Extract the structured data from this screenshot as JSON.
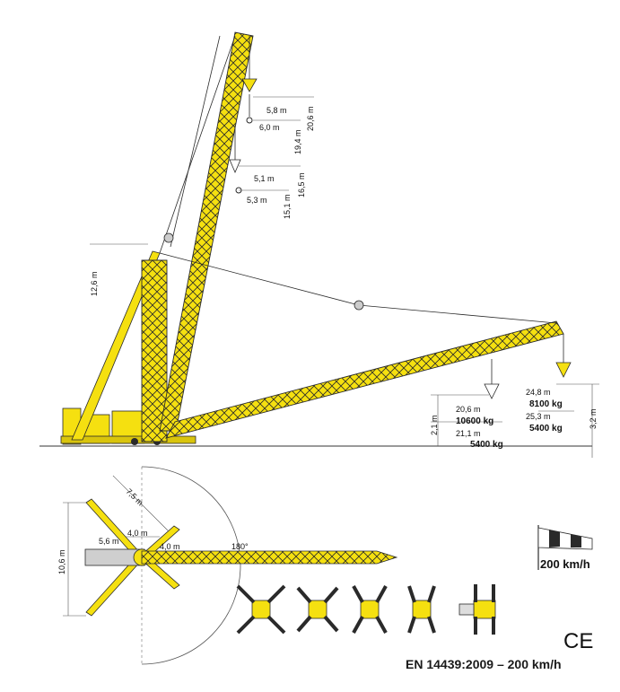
{
  "colors": {
    "crane": "#f5e010",
    "outline": "#2a2a2a",
    "dim_line": "#555555",
    "ground": "#333333"
  },
  "side_view": {
    "luffing_jib": {
      "upper": {
        "radius": "5,8 m",
        "radius2": "6,0 m",
        "height": "20,6 m",
        "height2": "19,4 m"
      },
      "lower": {
        "radius": "5,1 m",
        "radius2": "5,3 m",
        "height": "16,5 m",
        "height2": "15,1 m"
      }
    },
    "mast_height": "12,6 m",
    "horizontal_jib": {
      "mid": {
        "radius": "20,6 m",
        "load": "10600 kg",
        "radius2": "21,1 m",
        "load2": "5400 kg",
        "height": "2,1 m"
      },
      "tip": {
        "radius": "24,8 m",
        "load": "8100 kg",
        "radius2": "25,3 m",
        "load2": "5400 kg",
        "height": "3,2 m"
      }
    }
  },
  "plan_view": {
    "width_total": "10,6 m",
    "outrigger_diag": "7,5 m",
    "inner_a": "4,0 m",
    "inner_b": "5,6 m",
    "inner_c": "4,0 m",
    "slew_angle": "180°"
  },
  "wind_label": "200 km/h",
  "ce_mark": "CE",
  "norm_label": "EN 14439:2009 – 200 km/h",
  "icons": [
    "windsock-icon",
    "ce-mark-icon"
  ]
}
